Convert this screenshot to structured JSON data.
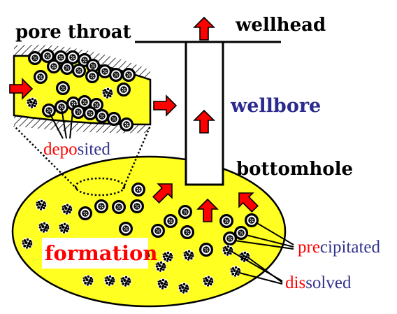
{
  "labels": {
    "pore_throat": "pore throat",
    "wellhead": "wellhead",
    "wellbore": "wellbore",
    "bottomhole": "bottomhole",
    "formation": "formation",
    "deposited": {
      "prefix": "depo",
      "suffix": "sited"
    },
    "precipitated": {
      "prefix": "pre",
      "suffix": "cipitated"
    },
    "dissolved": {
      "prefix": "dis",
      "suffix": "solved"
    }
  },
  "colors": {
    "formation_fill": "#ffff22",
    "arrow_fill": "#ff0000",
    "wellbore_text": "#2b2b8f",
    "formation_text": "#ff0000",
    "label_prefix": "#ff0000",
    "label_suffix": "#33338f"
  },
  "icons": {
    "flow_arrow": "red-block-arrow-icon",
    "precipitated_particle": "dotted-ring-particle-icon",
    "dissolved_particle": "speckled-cluster-icon"
  }
}
